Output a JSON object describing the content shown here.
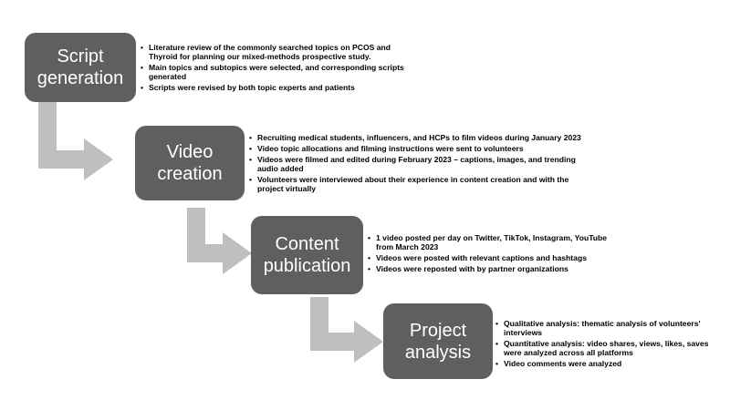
{
  "colors": {
    "box_fill": "#5f5f5f",
    "box_text": "#ffffff",
    "arrow_fill": "#bfbfbf",
    "bullet_text": "#000000"
  },
  "stages": [
    {
      "title_lines": [
        "Script",
        "generation"
      ],
      "bullets": [
        "Literature review of the commonly searched topics on PCOS and Thyroid for planning our mixed-methods prospective study.",
        "Main topics and subtopics were selected, and corresponding scripts generated",
        "Scripts were revised by both topic experts and patients"
      ]
    },
    {
      "title_lines": [
        "Video",
        "creation"
      ],
      "bullets": [
        "Recruiting medical students, influencers, and HCPs to film videos during January 2023",
        "Video topic allocations and filming instructions were sent to volunteers",
        "Videos were filmed and edited during February 2023 – captions, images, and trending audio added",
        "Volunteers were interviewed about their experience in content creation  and with the project virtually"
      ]
    },
    {
      "title_lines": [
        "Content",
        "publication"
      ],
      "bullets": [
        "1 video posted per day on Twitter, TikTok, Instagram, YouTube from March 2023",
        "Videos were posted with relevant captions and hashtags",
        "Videos were reposted with by partner organizations"
      ]
    },
    {
      "title_lines": [
        "Project",
        "analysis"
      ],
      "bullets": [
        "Qualitative analysis: thematic analysis of volunteers' interviews",
        "Quantitative analysis: video shares, views, likes, saves were analyzed across all platforms",
        "Video comments were analyzed"
      ]
    }
  ]
}
